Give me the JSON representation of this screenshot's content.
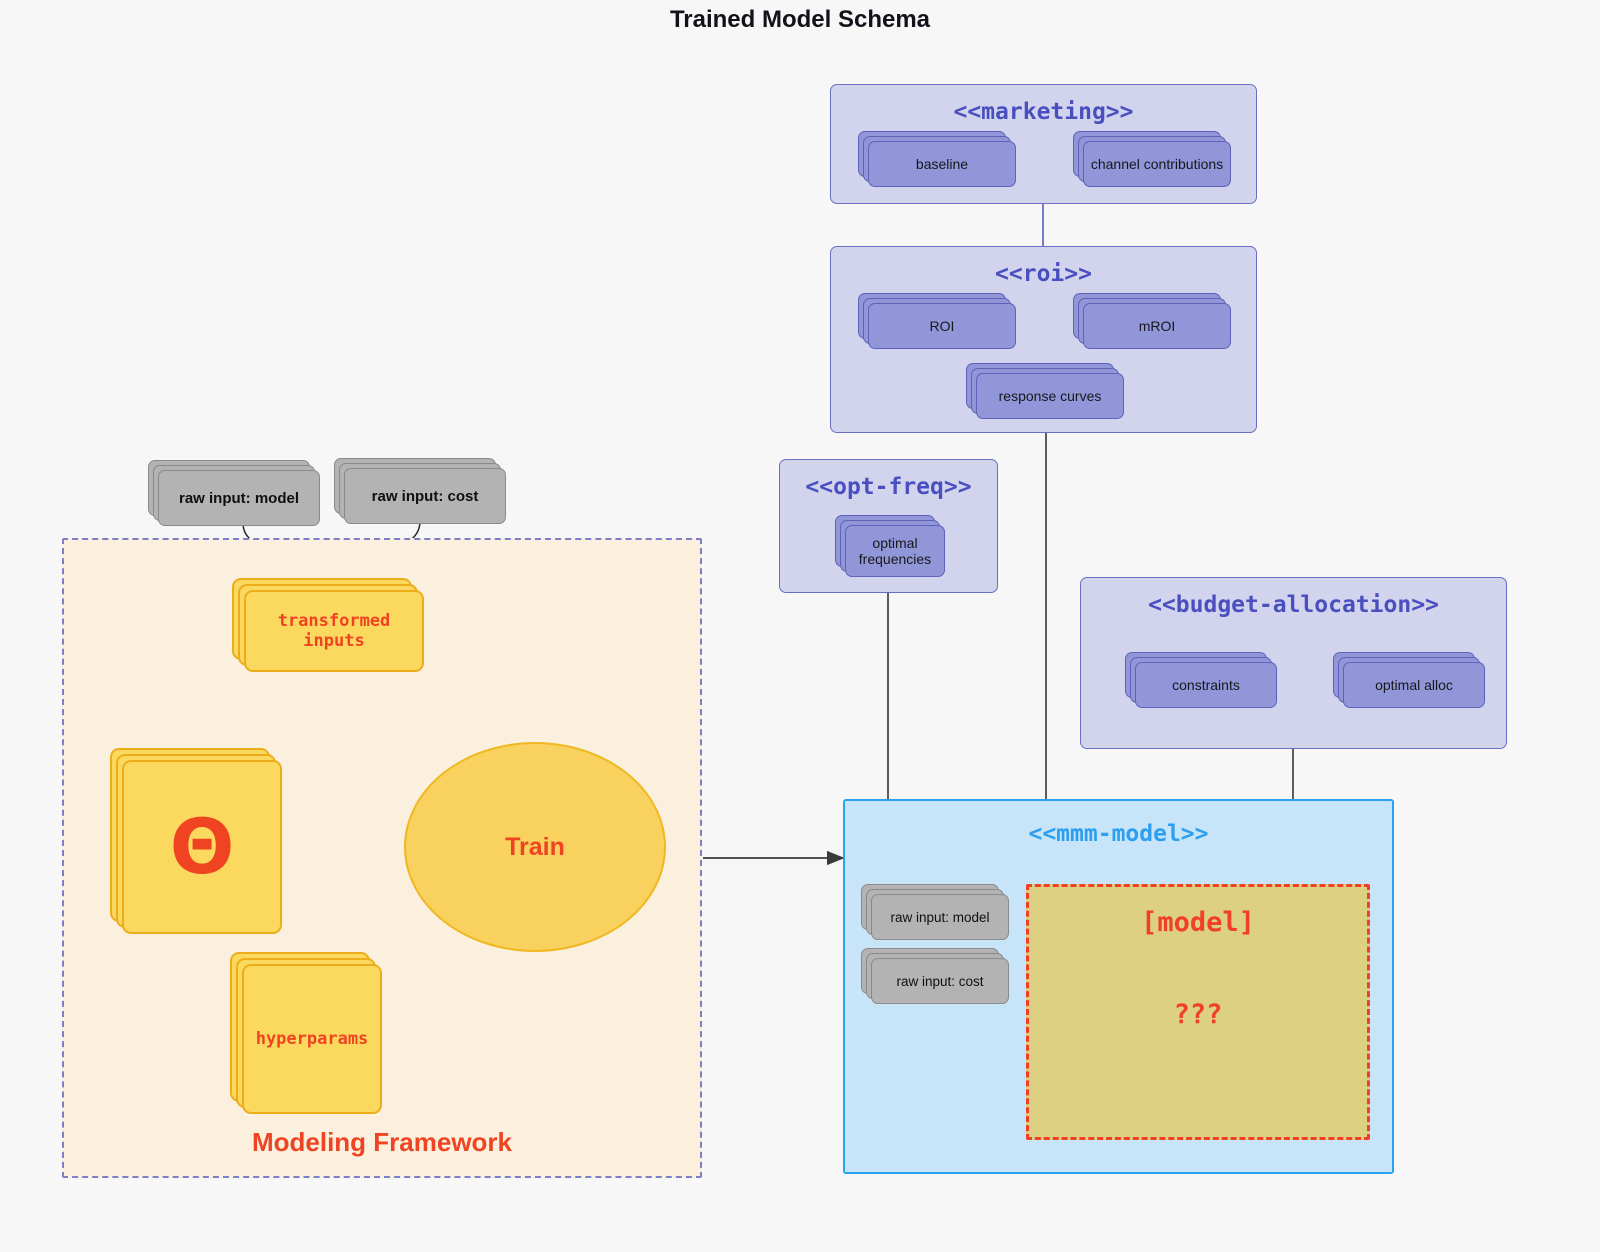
{
  "title": "Trained Model Schema",
  "packages": {
    "marketing": {
      "name": "<<marketing>>",
      "items": [
        "baseline",
        "channel contributions"
      ]
    },
    "roi": {
      "name": "<<roi>>",
      "items": [
        "ROI",
        "mROI",
        "response curves"
      ]
    },
    "opt_freq": {
      "name": "<<opt-freq>>",
      "items": [
        "optimal\nfrequencies"
      ],
      "item_line1": "optimal",
      "item_line2": "frequencies"
    },
    "budget_allocation": {
      "name": "<<budget-allocation>>",
      "items": [
        "constraints",
        "optimal alloc"
      ]
    },
    "mmm_model": {
      "name": "<<mmm-model>>",
      "raw_inputs": [
        "raw input: model",
        "raw input: cost"
      ],
      "model_box": {
        "label": "[model]",
        "unknown": "???"
      }
    }
  },
  "modeling_framework": {
    "label": "Modeling Framework",
    "raw_inputs": [
      "raw input: model",
      "raw input: cost"
    ],
    "transformed_inputs": "transformed inputs",
    "theta": "Θ",
    "hyperparams": "hyperparams",
    "train": "Train"
  },
  "colors": {
    "background": "#f7f7f8",
    "package_fill": "#d2d4ee",
    "package_border": "#6a6fc4",
    "package_title": "#4a4fc0",
    "artifact_fill": "#9096d8",
    "artifact_border": "#5f63b8",
    "gray_fill": "#b3b3b3",
    "gray_border": "#8a8a8a",
    "yellow_fill": "#fbd85e",
    "yellow_border": "#edad1b",
    "accent_red": "#f04322",
    "framework_fill": "#faf0dd",
    "framework_border": "#7b7fc9",
    "mmm_fill": "#c8e4f8",
    "mmm_border": "#2aa3ef",
    "mmm_title": "#2b9ff0",
    "model_box_fill": "#ddd082",
    "model_box_border": "#f0402a",
    "ellipse_fill": "#f8d15f",
    "connector_gray": "#4a4a4a"
  }
}
